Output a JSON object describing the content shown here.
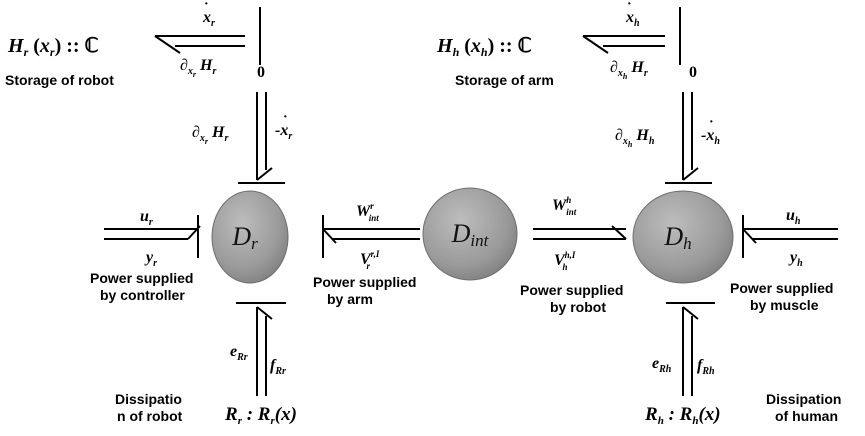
{
  "nodes": {
    "robot": "Dr",
    "interaction": "Dint",
    "human": "Dh"
  },
  "storage_robot": {
    "expr": "Hr(xr) :: ℂ",
    "flow": "ẋr",
    "effort": "∂xr Hr",
    "zero": "0",
    "bond_effort": "∂xr Hr",
    "bond_flow": "-ẋr",
    "caption": "Storage of robot"
  },
  "storage_arm": {
    "expr": "Hh(xh) :: ℂ",
    "flow": "ẋh",
    "effort": "∂xh Hr",
    "zero": "0",
    "bond_effort": "∂xh Hh",
    "bond_flow": "-ẋh",
    "caption": "Storage of arm"
  },
  "controller_port": {
    "u": "ur",
    "y": "yr",
    "caption_line1": "Power supplied",
    "caption_line2": "by controller"
  },
  "arm_port": {
    "w": "W^r int",
    "v": "V^r,I r",
    "caption_line1": "Power supplied",
    "caption_line2": "by arm"
  },
  "robot_port": {
    "w": "W^h int",
    "v": "V^h,I h",
    "caption_line1": "Power supplied",
    "caption_line2": "by robot"
  },
  "muscle_port": {
    "u": "uh",
    "y": "yh",
    "caption_line1": "Power supplied",
    "caption_line2": "by muscle"
  },
  "dissipation_robot": {
    "e": "eRr",
    "f": "fRr",
    "expr": "Rr : Rr(x)",
    "caption_line1": "Dissipatio",
    "caption_line2": "n of robot"
  },
  "dissipation_human": {
    "e": "eRh",
    "f": "fRh",
    "expr": "Rh : Rh(x)",
    "caption_line1": "Dissipation",
    "caption_line2": "of human"
  },
  "colors": {
    "node_fill": "#9c9c9c",
    "node_stroke": "#6e6e6e",
    "ink": "#000000"
  }
}
